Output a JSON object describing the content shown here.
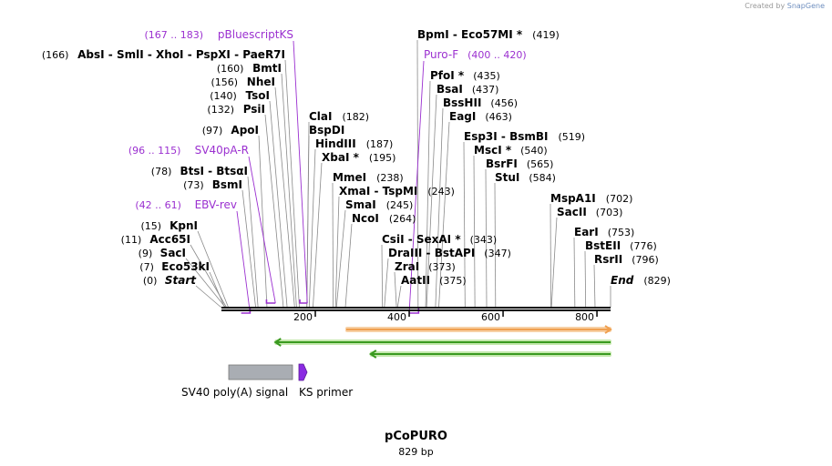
{
  "credit": {
    "prefix": "Created by",
    "brand": "SnapGene"
  },
  "map": {
    "name": "pCoPURO",
    "length_label": "829 bp",
    "length": 829,
    "ruler": {
      "ticks": [
        200,
        400,
        600,
        800
      ]
    },
    "colors": {
      "enzyme": "#000000",
      "primer": "#9b30d0",
      "orange_feature": "#f0a050",
      "green_feature": "#3a9a20",
      "gray_feature": "#a9adb3",
      "purple_feature": "#8a2be2"
    },
    "enzymes": [
      {
        "parts": [
          "Start"
        ],
        "pos": "(0)",
        "site": 0,
        "italic": true
      },
      {
        "parts": [
          "Eco53kI"
        ],
        "pos": "(7)",
        "site": 7
      },
      {
        "parts": [
          "SacI"
        ],
        "pos": "(9)",
        "site": 9
      },
      {
        "parts": [
          "Acc65I"
        ],
        "pos": "(11)",
        "site": 11
      },
      {
        "parts": [
          "KpnI"
        ],
        "pos": "(15)",
        "site": 15
      },
      {
        "parts": [
          "BsmI"
        ],
        "pos": "(73)",
        "site": 73
      },
      {
        "parts": [
          "BtsI",
          "BtsαI"
        ],
        "pos": "(78)",
        "site": 78
      },
      {
        "parts": [
          "ApoI"
        ],
        "pos": "(97)",
        "site": 97
      },
      {
        "parts": [
          "PsiI"
        ],
        "pos": "(132)",
        "site": 132
      },
      {
        "parts": [
          "TsoI"
        ],
        "pos": "(140)",
        "site": 140
      },
      {
        "parts": [
          "NheI"
        ],
        "pos": "(156)",
        "site": 156
      },
      {
        "parts": [
          "BmtI"
        ],
        "pos": "(160)",
        "site": 160
      },
      {
        "parts": [
          "AbsI",
          "SmlI",
          "XhoI",
          "PspXI",
          "PaeR7I"
        ],
        "pos": "(166)",
        "site": 166
      },
      {
        "parts": [
          "ClaI"
        ],
        "pos": "(182)",
        "site": 182
      },
      {
        "parts": [
          "BspDI"
        ],
        "pos": "",
        "site": 182
      },
      {
        "parts": [
          "HindIII"
        ],
        "pos": "(187)",
        "site": 187
      },
      {
        "parts": [
          "XbaI *"
        ],
        "pos": "(195)",
        "site": 195
      },
      {
        "parts": [
          "MmeI"
        ],
        "pos": "(238)",
        "site": 238
      },
      {
        "parts": [
          "XmaI",
          "TspMI"
        ],
        "pos": "(243)",
        "site": 243
      },
      {
        "parts": [
          "SmaI"
        ],
        "pos": "(245)",
        "site": 245
      },
      {
        "parts": [
          "NcoI"
        ],
        "pos": "(264)",
        "site": 264
      },
      {
        "parts": [
          "CsiI",
          "SexAI *"
        ],
        "pos": "(343)",
        "site": 343
      },
      {
        "parts": [
          "DraIII",
          "BstAPI"
        ],
        "pos": "(347)",
        "site": 347
      },
      {
        "parts": [
          "ZraI"
        ],
        "pos": "(373)",
        "site": 373
      },
      {
        "parts": [
          "AatII"
        ],
        "pos": "(375)",
        "site": 375
      },
      {
        "parts": [
          "BpmI",
          "Eco57MI *"
        ],
        "pos": "(419)",
        "site": 419
      },
      {
        "parts": [
          "PfoI *"
        ],
        "pos": "(435)",
        "site": 435
      },
      {
        "parts": [
          "BsaI"
        ],
        "pos": "(437)",
        "site": 437
      },
      {
        "parts": [
          "BssHII"
        ],
        "pos": "(456)",
        "site": 456
      },
      {
        "parts": [
          "EagI"
        ],
        "pos": "(463)",
        "site": 463
      },
      {
        "parts": [
          "Esp3I",
          "BsmBI"
        ],
        "pos": "(519)",
        "site": 519
      },
      {
        "parts": [
          "MscI *"
        ],
        "pos": "(540)",
        "site": 540
      },
      {
        "parts": [
          "BsrFI"
        ],
        "pos": "(565)",
        "site": 565
      },
      {
        "parts": [
          "StuI"
        ],
        "pos": "(584)",
        "site": 584
      },
      {
        "parts": [
          "MspA1I"
        ],
        "pos": "(702)",
        "site": 702
      },
      {
        "parts": [
          "SacII"
        ],
        "pos": "(703)",
        "site": 703
      },
      {
        "parts": [
          "EarI"
        ],
        "pos": "(753)",
        "site": 753
      },
      {
        "parts": [
          "BstEII"
        ],
        "pos": "(776)",
        "site": 776
      },
      {
        "parts": [
          "RsrII"
        ],
        "pos": "(796)",
        "site": 796
      },
      {
        "parts": [
          "End"
        ],
        "pos": "(829)",
        "site": 829,
        "italic": true
      }
    ],
    "primers": [
      {
        "range": "(42 .. 61)",
        "name": "EBV-rev",
        "start": 42,
        "end": 61,
        "direction": "reverse"
      },
      {
        "range": "(96 .. 115)",
        "name": "SV40pA-R",
        "start": 96,
        "end": 115,
        "direction": "reverse"
      },
      {
        "range": "(167 .. 183)",
        "name": "pBluescriptKS",
        "start": 167,
        "end": 183,
        "direction": "reverse"
      },
      {
        "range": "(400 .. 420)",
        "name": "Puro-F",
        "start": 400,
        "end": 420,
        "direction": "forward"
      }
    ],
    "features": [
      {
        "kind": "orange",
        "start": 266,
        "end": 829,
        "direction": "forward"
      },
      {
        "kind": "green",
        "start": 115,
        "end": 829,
        "direction": "reverse"
      },
      {
        "kind": "green",
        "start": 318,
        "end": 829,
        "direction": "reverse"
      }
    ],
    "legend": [
      {
        "label": "SV40 poly(A) signal",
        "kind": "gray"
      },
      {
        "label": "KS primer",
        "kind": "purple"
      }
    ]
  }
}
